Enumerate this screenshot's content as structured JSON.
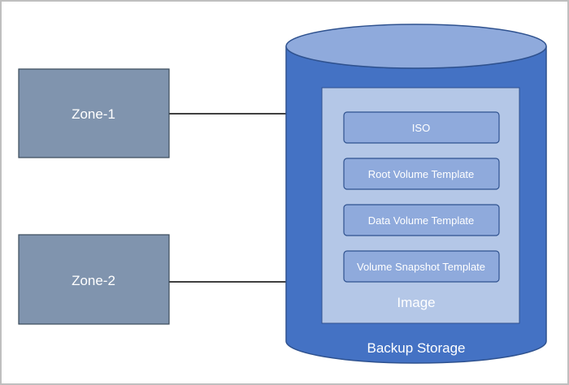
{
  "zones": [
    {
      "label": "Zone-1"
    },
    {
      "label": "Zone-2"
    }
  ],
  "storage": {
    "label": "Backup Storage",
    "image": {
      "label": "Image",
      "items": [
        {
          "label": "ISO"
        },
        {
          "label": "Root Volume Template"
        },
        {
          "label": "Data Volume Template"
        },
        {
          "label": "Volume Snapshot Template"
        }
      ]
    }
  },
  "colors": {
    "zone_fill": "#8094ae",
    "zone_stroke": "#3a4a5a",
    "cylinder_body": "#4472c4",
    "cylinder_top": "#8faadc",
    "cylinder_stroke": "#2f528f",
    "image_fill": "#b4c7e7",
    "item_fill": "#8faadc",
    "item_stroke": "#2f528f",
    "connector": "#000000"
  }
}
